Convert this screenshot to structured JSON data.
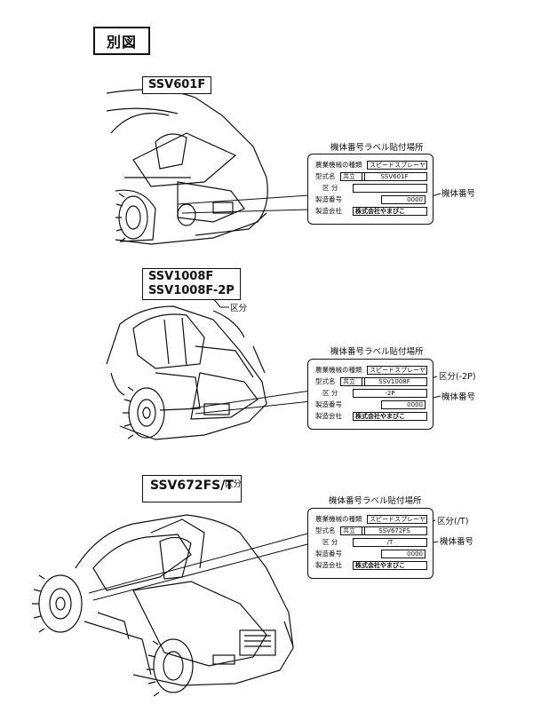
{
  "appendix_label": "別図",
  "label_common": {
    "plate_title": "機体番号ラベル貼付場所",
    "machine_type_label": "農業機械の種類",
    "machine_type_value": "スピードスプレーヤ",
    "model_label": "型式名",
    "model_prefix": "共立",
    "division_label": "区 分",
    "serial_label": "製造番号",
    "serial_value": "0000",
    "maker_label": "製造会社",
    "maker_value": "株式会社やまびこ",
    "serial_callout": "機体番号"
  },
  "sections": [
    {
      "models": [
        "SSV601F"
      ],
      "model_value": "SSV601F",
      "division_value": "",
      "division_callout": ""
    },
    {
      "models": [
        "SSV1008F",
        "SSV1008F-2P"
      ],
      "model_value": "SSV1008F",
      "division_value": "-2P",
      "model_callout": "区分",
      "division_callout": "区分(-2P)"
    },
    {
      "models": [
        "SSV672FS/T"
      ],
      "model_value": "SSV672FS",
      "division_value": "/T",
      "model_callout": "区分",
      "division_callout": "区分(/T)"
    }
  ]
}
